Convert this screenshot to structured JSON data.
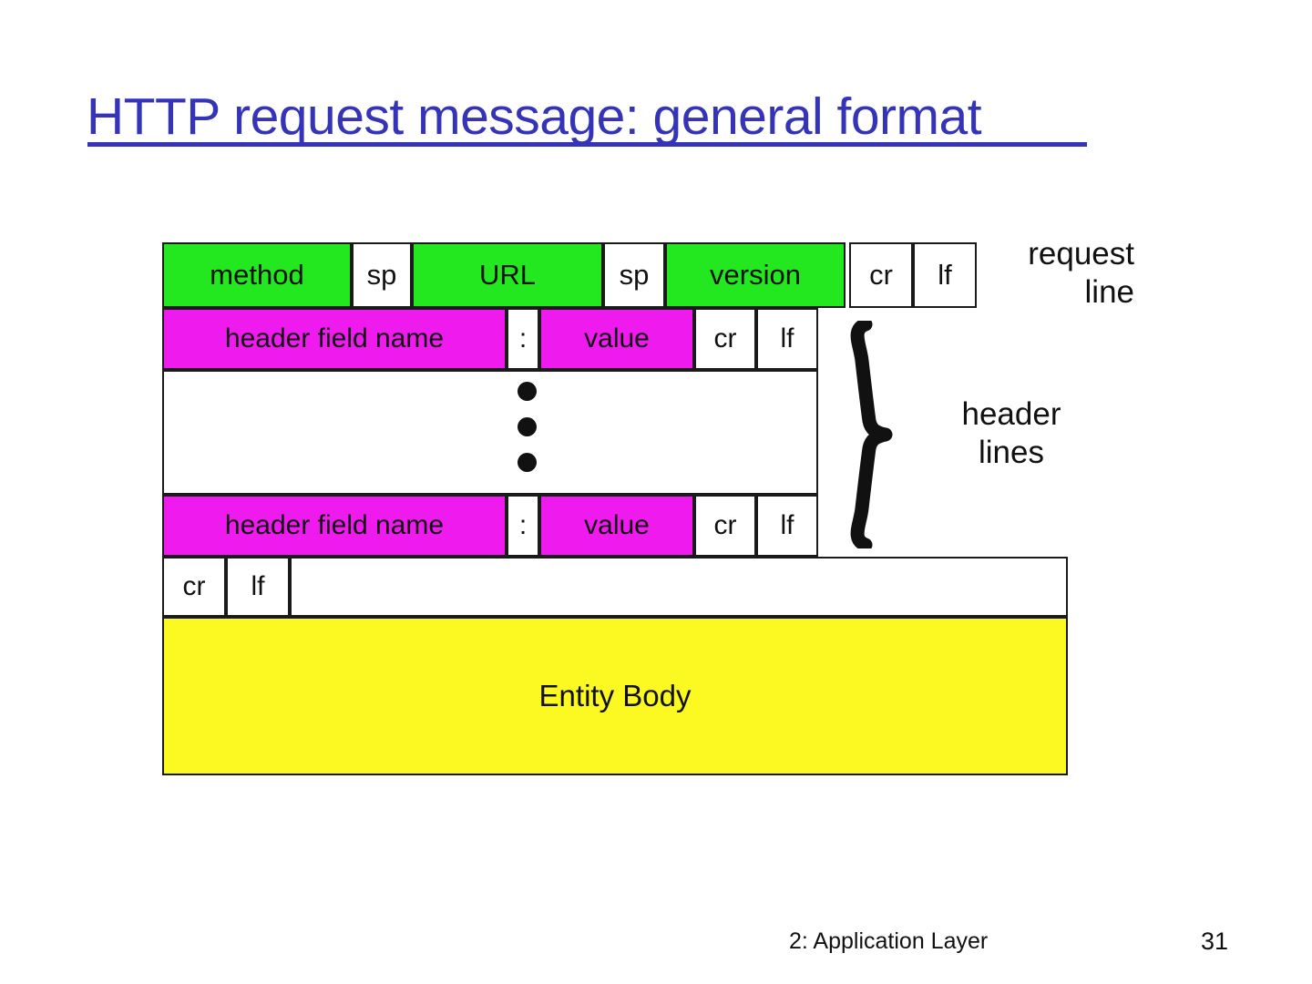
{
  "slide": {
    "title": "HTTP request message: general format",
    "title_color": "#3534b8"
  },
  "diagram": {
    "request_line": {
      "cells": [
        {
          "label": "method",
          "fill": "green"
        },
        {
          "label": "sp",
          "fill": "white"
        },
        {
          "label": "URL",
          "fill": "green"
        },
        {
          "label": "sp",
          "fill": "white"
        },
        {
          "label": "version",
          "fill": "green"
        },
        {
          "label": "cr",
          "fill": "white"
        },
        {
          "label": "lf",
          "fill": "white"
        }
      ]
    },
    "header_line_first": {
      "cells": [
        {
          "label": "header field name",
          "fill": "magenta"
        },
        {
          "label": ":",
          "fill": "white"
        },
        {
          "label": "value",
          "fill": "magenta"
        },
        {
          "label": "cr",
          "fill": "white"
        },
        {
          "label": "lf",
          "fill": "white"
        }
      ]
    },
    "ellipsis": {
      "dots": 3
    },
    "header_line_last": {
      "cells": [
        {
          "label": "header field name",
          "fill": "magenta"
        },
        {
          "label": ":",
          "fill": "white"
        },
        {
          "label": "value",
          "fill": "magenta"
        },
        {
          "label": "cr",
          "fill": "white"
        },
        {
          "label": "lf",
          "fill": "white"
        }
      ]
    },
    "blank_line": {
      "cells": [
        {
          "label": "cr",
          "fill": "white"
        },
        {
          "label": "lf",
          "fill": "white"
        },
        {
          "label": "",
          "fill": "white"
        }
      ]
    },
    "entity_body": {
      "label": "Entity Body",
      "fill": "yellow"
    },
    "annotations": {
      "request_line": "request\nline",
      "header_lines": "header\nlines"
    },
    "colors": {
      "green": "#23e820",
      "magenta": "#ee1aee",
      "yellow": "#fbf921",
      "white": "#ffffff",
      "border": "#1a1a1a"
    }
  },
  "footer": {
    "text": "2: Application Layer",
    "page_number": "31"
  }
}
